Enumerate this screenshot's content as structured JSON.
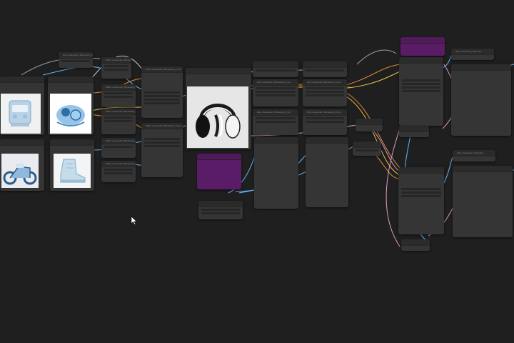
{
  "app": {
    "name": "ComfyUI node graph",
    "background": "#1f1f1f",
    "node_color": "#353535",
    "node_title_color": "#2b2b2b",
    "group_purple": "#5a1c66",
    "wire_colors": {
      "model": "#d98c3a",
      "clip": "#e7c24a",
      "conditioning": "#e9a0b4",
      "latent": "#e39ac6",
      "image": "#64b5f6",
      "vae": "#d0d0d0",
      "default": "#9aa0a6"
    }
  },
  "nodes": {
    "load_image_1": {
      "title": ""
    },
    "load_image_2": {
      "title": ""
    },
    "load_image_3": {
      "title": ""
    },
    "load_image_4": {
      "title": ""
    },
    "lora_loader_top": {
      "title": "#0 LoraLoader_Modelonly_mod"
    },
    "lora_1": {
      "title": "#00 LoraLoader_Modelonly_mod"
    },
    "lora_2": {
      "title": "#00 LoraLoader_Modelonly_mod"
    },
    "lora_3": {
      "title": "#00 LoraLoader_Modelonly_mod"
    },
    "lora_4": {
      "title": "#00 LoraLoader_Modelonly_mod"
    },
    "lora_5": {
      "title": "#00 LoraLoader_Modelonly_mod"
    },
    "lora_6": {
      "title": "#00 LoraLoader_Modelonly_mod"
    },
    "sampler_a": {
      "title": "#00 LoraLoader_Modelonly_mod"
    },
    "sampler_b": {
      "title": "#00 LoraLoader_Modelonly_mod"
    },
    "preview_center": {
      "title": ""
    },
    "purple_center": {
      "title": ""
    },
    "small_bottom": {
      "title": ""
    },
    "mid_node_1": {
      "title": ""
    },
    "mid_node_2": {
      "title": ""
    },
    "mid_node_3": {
      "title": "#0 LoraLoader_Modelonly_mod"
    },
    "mid_node_4": {
      "title": "#0 LoraLoader_Modelonly_mod"
    },
    "mid_big_1": {
      "title": ""
    },
    "mid_big_2": {
      "title": ""
    },
    "reroute_a": {
      "title": ""
    },
    "reroute_b": {
      "title": ""
    },
    "purple_top_right": {
      "title": ""
    },
    "right_main_top": {
      "title": ""
    },
    "right_main_bottom": {
      "title": ""
    },
    "far_right_top": {
      "title": "#0 LoraLoader_Upscaler"
    },
    "far_right_bottom": {
      "title": "#0 LoraLoader_Upscaler"
    },
    "small_right_top": {
      "title": ""
    },
    "small_right_bottom": {
      "title": ""
    },
    "small_right_end": {
      "title": ""
    }
  },
  "images": {
    "load_image_1": {
      "subject": "translucent-robot-device"
    },
    "load_image_2": {
      "subject": "transparent-jewelry-sculpture"
    },
    "load_image_3": {
      "subject": "futuristic-motorcycle"
    },
    "load_image_4": {
      "subject": "translucent-sneaker"
    },
    "preview_center": {
      "subject": "black-white-headphones"
    }
  },
  "cursor": {
    "icon": "arrow-cursor-icon"
  }
}
